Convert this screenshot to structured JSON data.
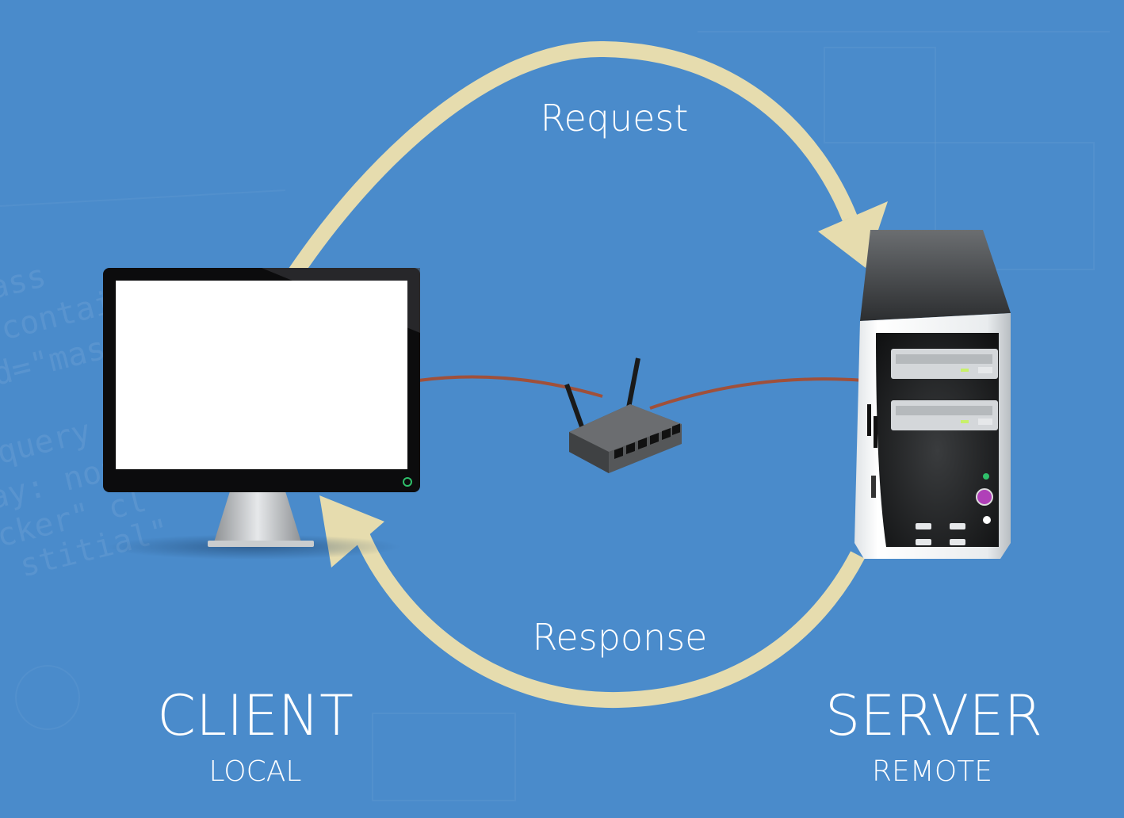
{
  "flows": {
    "request_label": "Request",
    "response_label": "Response"
  },
  "client": {
    "title": "CLIENT",
    "subtitle": "LOCAL"
  },
  "server": {
    "title": "SERVER",
    "subtitle": "REMOTE"
  },
  "colors": {
    "background": "#4a8bcb",
    "arrow": "#e6dcae",
    "cable": "#a0503a",
    "text": "#ffffff"
  }
}
